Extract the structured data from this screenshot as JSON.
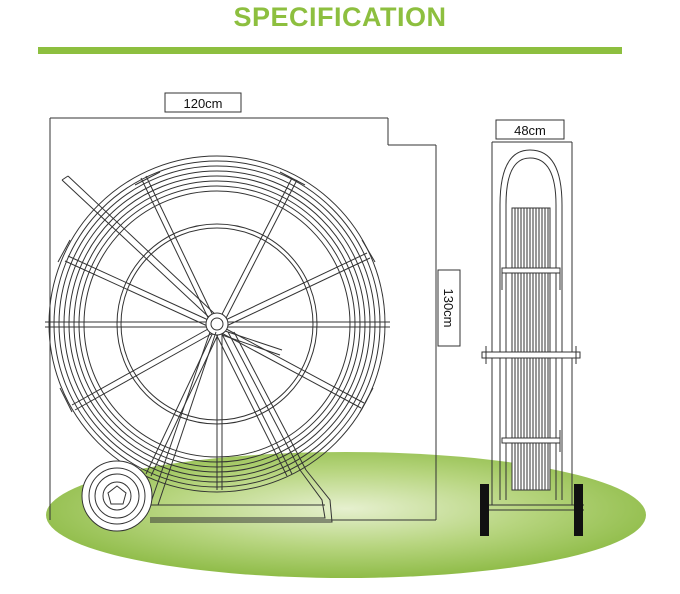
{
  "header": {
    "title": "SPECIFICATION"
  },
  "colors": {
    "accent": "#8dbf3f",
    "ground": "#9cc45a",
    "line": "#333333"
  },
  "dimensions": {
    "width": "120cm",
    "height": "130cm",
    "depth": "48cm"
  }
}
